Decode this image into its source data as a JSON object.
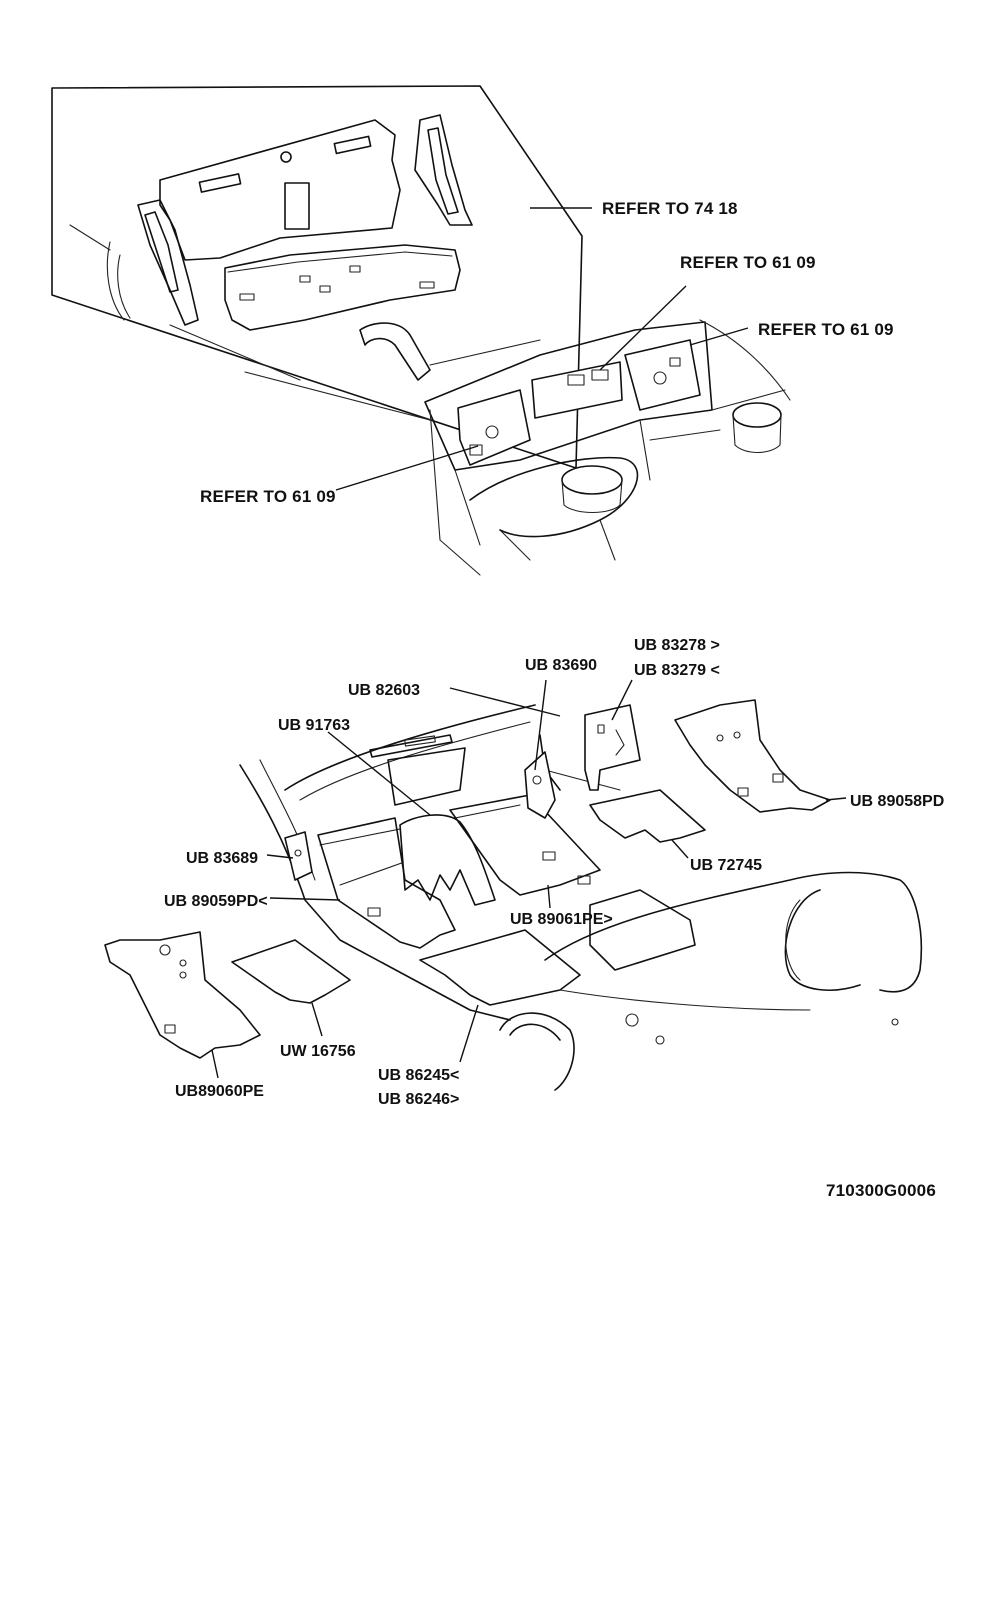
{
  "diagram": {
    "reference_code": "710300G0006",
    "top_view": {
      "callouts": [
        {
          "id": "refer-74-18",
          "text": "REFER TO 74 18"
        },
        {
          "id": "refer-61-09-a",
          "text": "REFER TO 61 09"
        },
        {
          "id": "refer-61-09-b",
          "text": "REFER TO 61 09"
        },
        {
          "id": "refer-61-09-c",
          "text": "REFER TO 61 09"
        }
      ]
    },
    "bottom_view": {
      "callouts": [
        {
          "id": "ub-83278",
          "text": "UB 83278 >"
        },
        {
          "id": "ub-83279",
          "text": "UB 83279 <"
        },
        {
          "id": "ub-83690",
          "text": "UB 83690"
        },
        {
          "id": "ub-82603",
          "text": "UB 82603"
        },
        {
          "id": "ub-91763",
          "text": "UB 91763"
        },
        {
          "id": "ub-89058pd",
          "text": "UB 89058PD"
        },
        {
          "id": "ub-72745",
          "text": "UB 72745"
        },
        {
          "id": "ub-83689",
          "text": "UB 83689"
        },
        {
          "id": "ub-89059pd",
          "text": "UB 89059PD<"
        },
        {
          "id": "ub-89061pe",
          "text": "UB 89061PE>"
        },
        {
          "id": "uw-16756",
          "text": "UW 16756"
        },
        {
          "id": "ub89060pe",
          "text": "UB89060PE"
        },
        {
          "id": "ub-86245",
          "text": "UB 86245<"
        },
        {
          "id": "ub-86246",
          "text": "UB 86246>"
        }
      ]
    }
  }
}
